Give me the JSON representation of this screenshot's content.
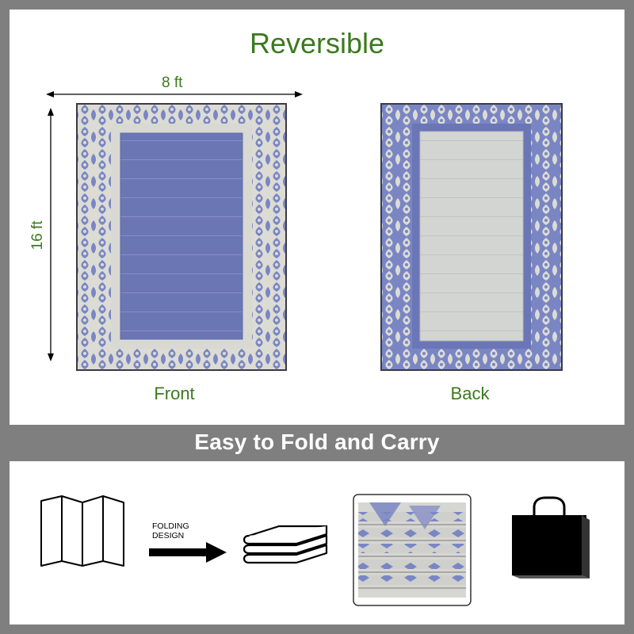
{
  "header": {
    "title": "Reversible"
  },
  "dimensions": {
    "width_label": "8 ft",
    "length_label": "16 ft"
  },
  "rugs": [
    {
      "side": "front",
      "caption": "Front"
    },
    {
      "side": "back",
      "caption": "Back"
    }
  ],
  "banner": {
    "text": "Easy to Fold and Carry"
  },
  "folding_steps": [
    {
      "icon": "folding-panels-icon"
    },
    {
      "label_line1": "FOLDING",
      "label_line2": "DESIGN",
      "icon": "arrow-right-icon"
    },
    {
      "icon": "folded-stack-icon"
    },
    {
      "icon": "folded-rug-photo"
    },
    {
      "icon": "carry-bag-icon"
    }
  ],
  "colors": {
    "title_green": "#3b7a1e",
    "frame_gray": "#7f7f7f",
    "rug_blue": "#7a86c4",
    "rug_dark_blue": "#6a76b6",
    "rug_cream": "#dcdcd4",
    "rug_light_gray": "#d3d5d2"
  }
}
